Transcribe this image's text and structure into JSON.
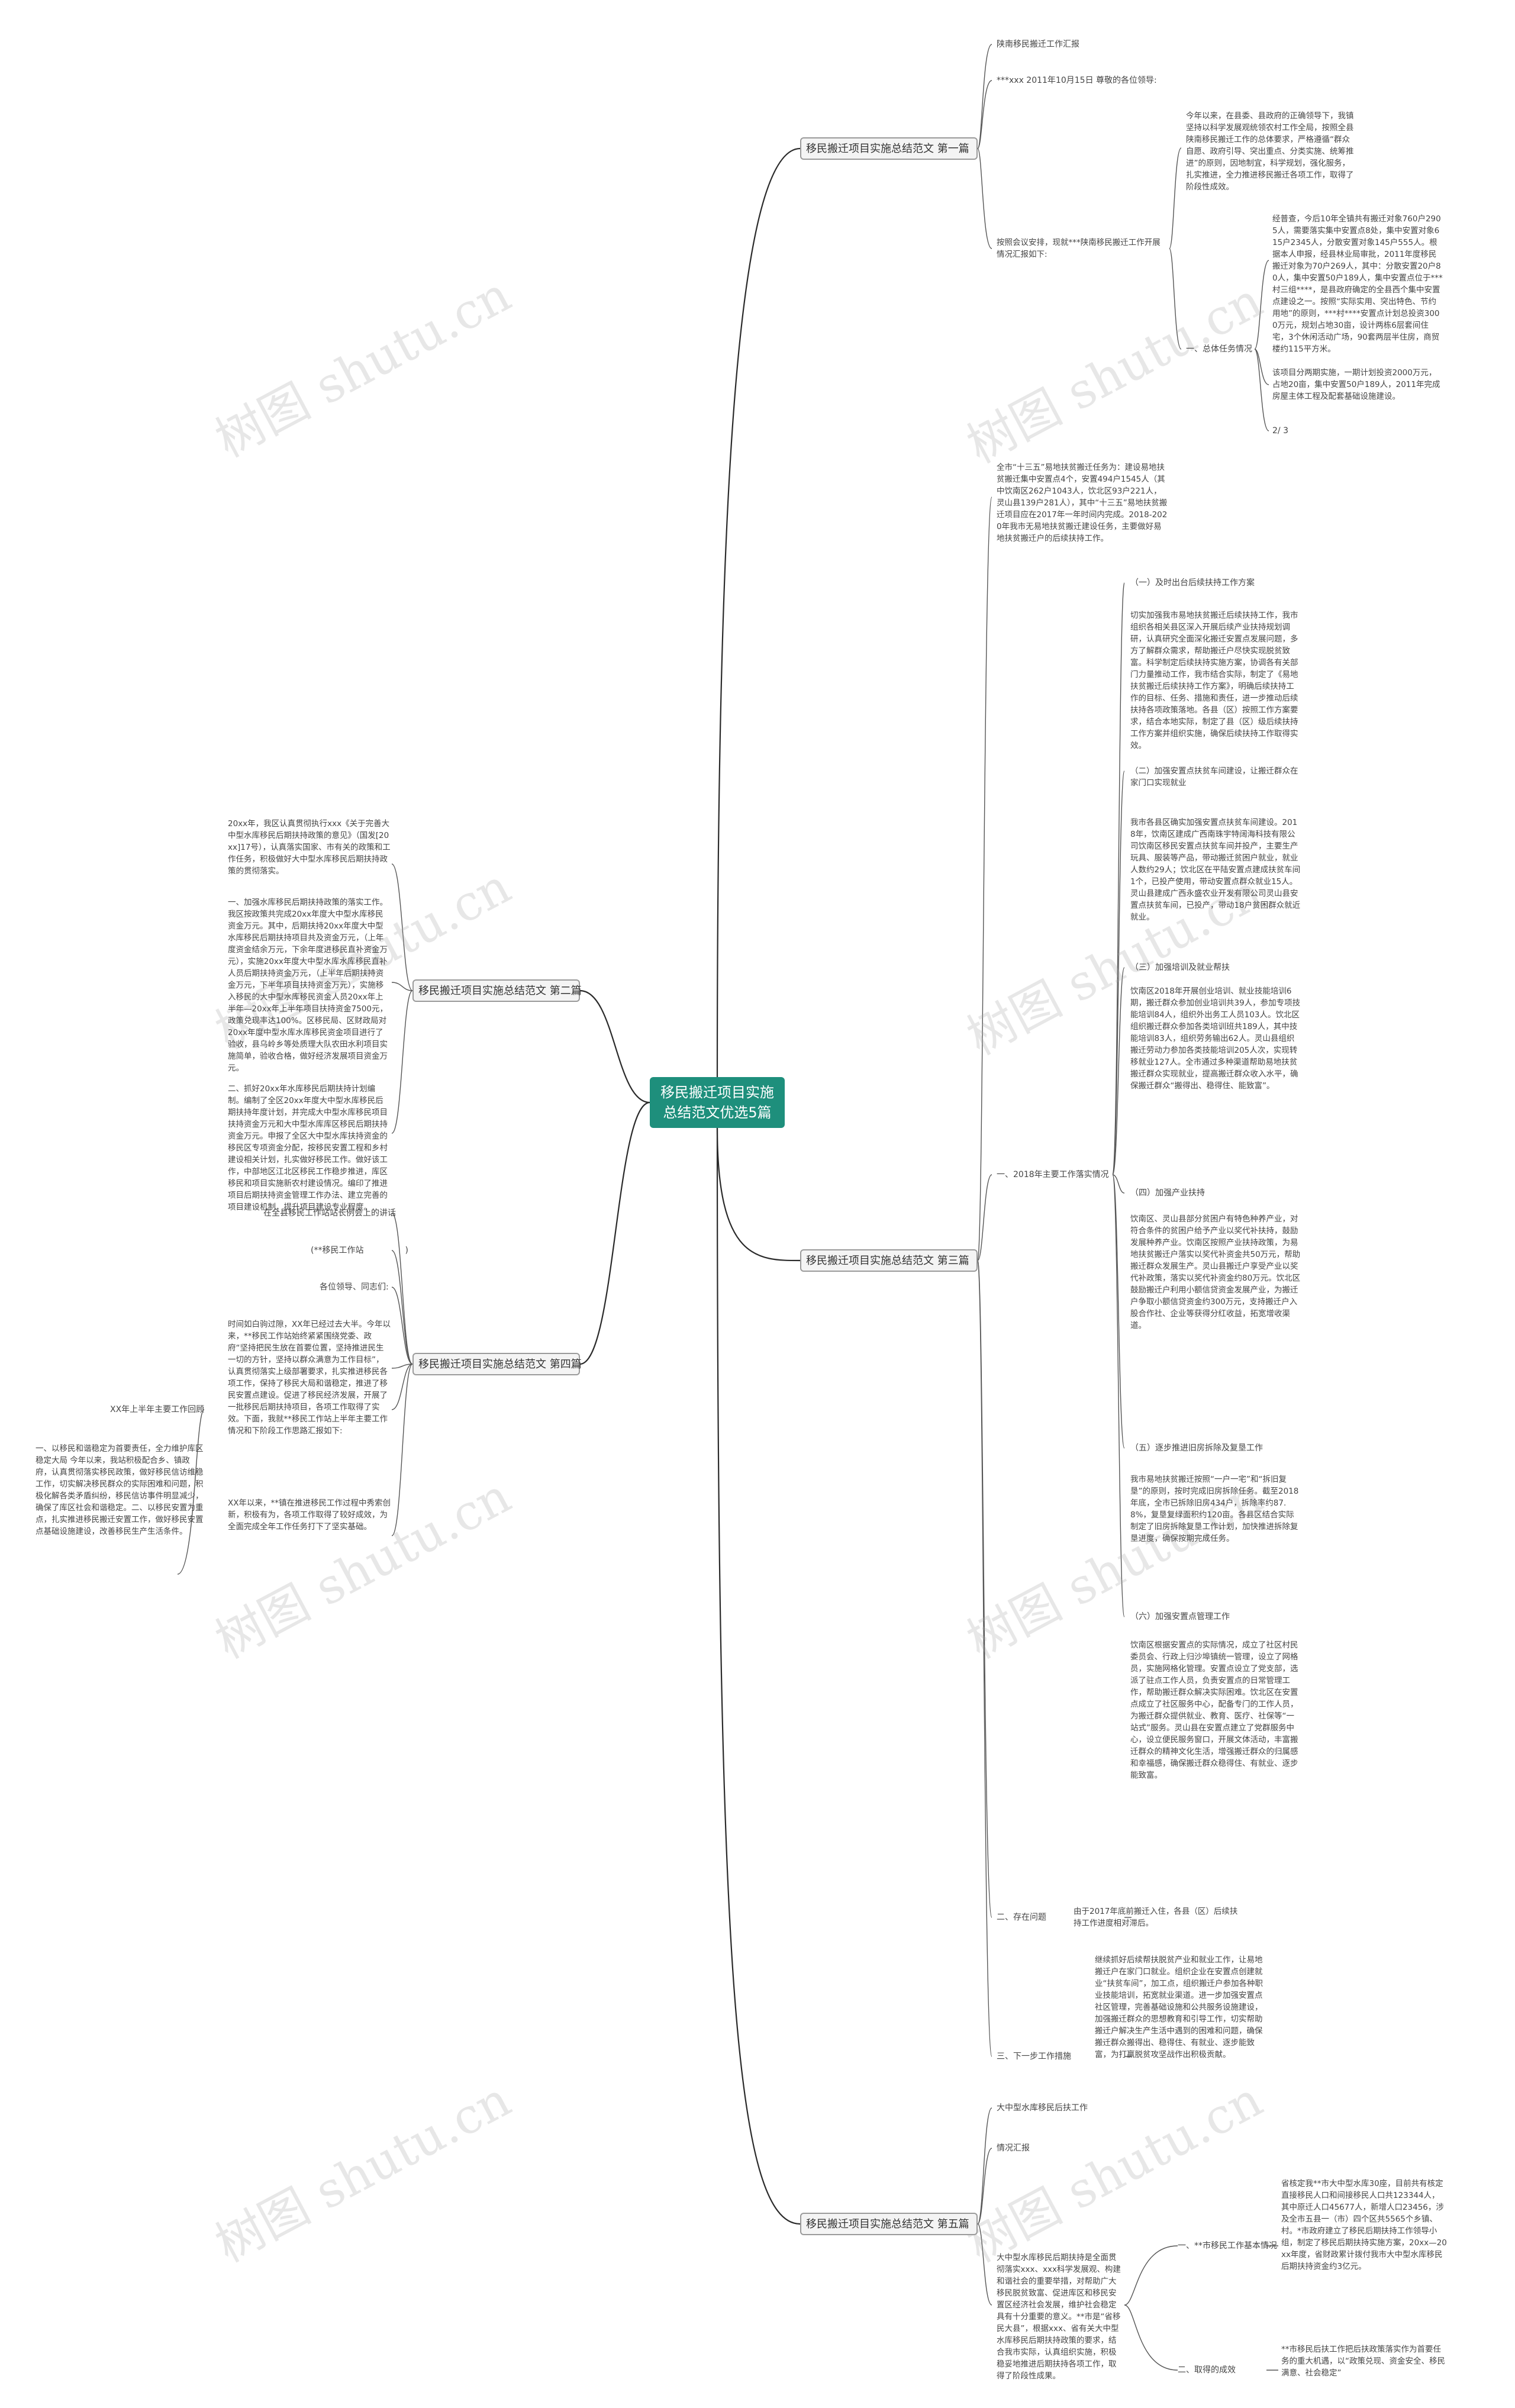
{
  "root": "移民搬迁项目实施总结范文优选5篇",
  "branches": {
    "b1": "移民搬迁项目实施总结范文 第一篇",
    "b2": "移民搬迁项目实施总结范文 第二篇",
    "b3": "移民搬迁项目实施总结范文 第三篇",
    "b4": "移民搬迁项目实施总结范文 第四篇",
    "b5": "移民搬迁项目实施总结范文 第五篇"
  },
  "b1": {
    "n1": "陕南移民搬迁工作汇报",
    "n2": "***xxx 2011年10月15日 尊敬的各位领导:",
    "n3": "按照会议安排，现就***陕南移民搬迁工作开展情况汇报如下:",
    "n3a": "今年以来，在县委、县政府的正确领导下，我镇坚持以科学发展观统领农村工作全局，按照全县陕南移民搬迁工作的总体要求，严格遵循“群众自愿、政府引导、突出重点、分类实施、统筹推进”的原则，因地制宜，科学规划，强化服务，扎实推进，全力推进移民搬迁各项工作，取得了阶段性成效。",
    "n3b_label": "一、总体任务情况",
    "n3b1": "经普查，今后10年全镇共有搬迁对象760户2905人，需要落实集中安置点8处，集中安置对象615户2345人，分散安置对象145户555人。根据本人申报，经县林业局审批，2011年度移民搬迁对象为70户269人，其中：分散安置20户80人，集中安置50户189人，集中安置点位于***村三组****，是县政府确定的全县西个集中安置点建设之一。按照“实际实用、突出特色、节约用地”的原则，***村****安置点计划总投资3000万元，规划占地30亩，设计两栋6层套间住宅，3个休闲活动广场，90套两层半住房，商贸楼约115平方米。",
    "n3b2": "该项目分两期实施，一期计划投资2000万元，占地20亩，集中安置50户189人，2011年完成房屋主体工程及配套基础设施建设。",
    "n3b3": "2/ 3"
  },
  "b2": {
    "p1": "20xx年，我区认真贯彻执行xxx《关于完善大中型水库移民后期扶持政策的意见》（国发[20xx]17号），认真落实国家、市有关的政策和工作任务，积极做好大中型水库移民后期扶持政策的贯彻落实。",
    "p2": "一、加强水库移民后期扶持政策的落实工作。我区按政策共完成20xx年度大中型水库移民资金万元。其中，后期扶持20xx年度大中型水库移民后期扶持项目共及资金万元，（上年度资金结余万元，下余年度进移民直补资金万元），实施20xx年度大中型水库水库移民直补人员后期扶持资金万元，（上半年后期扶持资金万元，下半年项目扶持资金万元），实施移入移民的大中型水库移民资金人员20xx年上半年—20xx年上半年项目扶持资金7500元，政策兑现率达100%。区移民局、区财政局对20xx年度中型水库水库移民资金项目进行了验收，县乌岭乡等处质理大队农田水利项目实施简单，验收合格，做好经济发展项目资金万元。",
    "p3": "二、抓好20xx年水库移民后期扶持计划编制。编制了全区20xx年度大中型水库移民后期扶持年度计划，并完成大中型水库移民项目扶持资金万元和大中型水库库区移民后期扶持资金万元。申报了全区大中型水库扶持资金的移民区专项资金分配，按移民安置工程和乡村建设相关计划，扎实做好移民工作。做好该工作，中部地区江北区移民工作稳步推进，库区移民和项目实施新农村建设情况。编印了推进项目后期扶持资金管理工作办法、建立完善的项目建设机制，提升项目建设专业程度。"
  },
  "b3": {
    "intro": "全市“十三五”易地扶贫搬迁任务为：建设易地扶贫搬迁集中安置点4个，安置494户1545人（其中饮南区262户1043人，饮北区93户221人，灵山县139户281人），其中“十三五”易地扶贫搬迁项目应在2017年一年时间内完成。2018-2020年我市无易地扶贫搬迁建设任务，主要做好易地扶贫搬迁户的后续扶持工作。",
    "s1_label": "一、2018年主要工作落实情况",
    "s1_1": "（一）及时出台后续扶持工作方案",
    "s1_1t": "切实加强我市易地扶贫搬迁后续扶持工作，我市组织各相关县区深入开展后续产业扶持规划调研，认真研究全面深化搬迁安置点发展问题，多方了解群众需求，帮助搬迁户尽快实现脱贫致富。科学制定后续扶持实施方案，协调各有关部门力量推动工作，我市结合实际，制定了《易地扶贫搬迁后续扶持工作方案》，明确后续扶持工作的目标、任务、措施和责任，进一步推动后续扶持各项政策落地。各县（区）按照工作方案要求，结合本地实际，制定了县（区）级后续扶持工作方案并组织实施，确保后续扶持工作取得实效。",
    "s1_2": "（二）加强安置点扶贫车间建设，让搬迁群众在家门口实现就业",
    "s1_2t": "我市各县区确实加强安置点扶贫车间建设。2018年，饮南区建成广西南珠宇特阔海科技有限公司饮南区移民安置点扶贫车间并投产，主要生产玩具、服装等产品，带动搬迁贫困户就业，就业人数约29人；饮北区在平陆安置点建成扶贫车间1个，已投产使用，带动安置点群众就业15人。灵山县建成广西永盛农业开发有限公司灵山县安置点扶贫车间，已投产，带动18户贫困群众就近就业。",
    "s1_3": "（三）加强培训及就业帮扶",
    "s1_3t": "饮南区2018年开展创业培训、就业技能培训6期，搬迁群众参加创业培训共39人，参加专项技能培训84人，组织外出务工人员103人。饮北区组织搬迁群众参加各类培训班共189人，其中技能培训83人，组织劳务输出62人。灵山县组织搬迁劳动力参加各类技能培训205人次，实现转移就业127人。全市通过多种渠道帮助易地扶贫搬迁群众实现就业，提高搬迁群众收入水平，确保搬迁群众“搬得出、稳得住、能致富”。",
    "s1_4": "（四）加强产业扶持",
    "s1_4t": "饮南区、灵山县部分贫困户有特色种养产业，对符合条件的贫困户给予产业以奖代补扶持，鼓励发展种养产业。饮南区按照产业扶持政策，为易地扶贫搬迁户落实以奖代补资金共50万元，帮助搬迁群众发展生产。灵山县搬迁户享受产业以奖代补政策，落实以奖代补资金约80万元。饮北区鼓励搬迁户利用小额信贷资金发展产业，为搬迁户争取小额信贷资金约300万元，支持搬迁户入股合作社、企业等获得分红收益，拓宽增收渠道。",
    "s1_5": "（五）逐步推进旧房拆除及复垦工作",
    "s1_5t": "我市易地扶贫搬迁按照“一户一宅”和“拆旧复垦”的原则，按时完成旧房拆除任务。截至2018年底，全市已拆除旧房434户，拆除率约87.8%，复垦复绿面积约120亩。各县区结合实际制定了旧房拆除复垦工作计划，加快推进拆除复垦进度，确保按期完成任务。",
    "s1_6": "（六）加强安置点管理工作",
    "s1_6t": "饮南区根据安置点的实际情况，成立了社区村民委员会、行政上归沙埠镇统一管理，设立了网格员，实施网格化管理。安置点设立了党支部，选派了驻点工作人员，负责安置点的日常管理工作，帮助搬迁群众解决实际困难。饮北区在安置点成立了社区服务中心，配备专门的工作人员，为搬迁群众提供就业、教育、医疗、社保等“一站式”服务。灵山县在安置点建立了党群服务中心，设立便民服务窗口，开展文体活动，丰富搬迁群众的精神文化生活，增强搬迁群众的归属感和幸福感，确保搬迁群众稳得住、有就业、逐步能致富。",
    "s2_label": "二、存在问题",
    "s2t": "由于2017年底前搬迁入住，各县（区）后续扶持工作进度相对滞后。",
    "s3_label": "三、下一步工作措施",
    "s3t": "继续抓好后续帮扶脱贫产业和就业工作，让易地搬迁户在家门口就业。组织企业在安置点创建就业“扶贫车间”，加工点，组织搬迁户参加各种职业技能培训，拓宽就业渠道。进一步加强安置点社区管理，完善基础设施和公共服务设施建设，加强搬迁群众的思想教育和引导工作，切实帮助搬迁户解决生产生活中遇到的困难和问题，确保搬迁群众搬得出、稳得住、有就业、逐步能致富，为打赢脱贫攻坚战作出积极贡献。"
  },
  "b4": {
    "n1": "在全县移民工作站站长例会上的讲话",
    "n2": "(**移民工作站　　　　　)",
    "n3": "各位领导、同志们:",
    "n4": "时间如白驹过隙，XX年已经过去大半。今年以来，**移民工作站始终紧紧围绕党委、政府“坚持把民生放在首要位置，坚持推进民生一切的方针，坚持以群众满意为工作目标”，认真贯彻落实上级部署要求，扎实推进移民各项工作，保持了移民大局和谐稳定，推进了移民安置点建设。促进了移民经济发展，开展了一批移民后期扶持项目，各项工作取得了实效。下面，我就**移民工作站上半年主要工作情况和下阶段工作思路汇报如下:",
    "n5_label": "XX年上半年主要工作回顾",
    "n5t": "一、以移民和谐稳定为首要责任，全力维护库区稳定大局 今年以来，我站积极配合乡、镇政府，认真贯彻落实移民政策，做好移民信访维稳工作，切实解决移民群众的实际困难和问题，积极化解各类矛盾纠纷，移民信访事件明显减少，确保了库区社会和谐稳定。二、以移民安置为重点，扎实推进移民搬迁安置工作，做好移民安置点基础设施建设，改善移民生产生活条件。",
    "n6": "XX年以来，**镇在推进移民工作过程中秀索创新，积极有为，各项工作取得了较好成效，为全面完成全年工作任务打下了坚实基础。"
  },
  "b5": {
    "n1": "大中型水库移民后扶工作",
    "n2": "情况汇报",
    "n3": "大中型水库移民后期扶持是全面贯彻落实xxx、xxx科学发展观、构建和谐社会的重要举措，对帮助广大移民脱贫致富、促进库区和移民安置区经济社会发展，维护社会稳定具有十分重要的意义。**市是“省移民大县”，根据xxx、省有关大中型水库移民后期扶持政策的要求，结合我市实际，认真组织实施，积极稳妥地推进后期扶持各项工作，取得了阶段性成果。",
    "s1_label": "一、**市移民工作基本情况",
    "s1t": "省核定我**市大中型水库30座，目前共有核定直接移民人口和间接移民人口共123344人，其中原迁人口45677人，新增人口23456，涉及全市五县一（市）四个区共5565个乡镇、村。*市政府建立了移民后期扶持工作领导小组，制定了移民后期扶持实施方案，20xx—20xx年度，省财政累计拨付我市大中型水库移民后期扶持资金约3亿元。",
    "s2_label": "二、取得的成效",
    "s2t": "**市移民后扶工作把后扶政策落实作为首要任务的重大机遇，以“政策兑现、资金安全、移民满意、社会稳定”"
  }
}
